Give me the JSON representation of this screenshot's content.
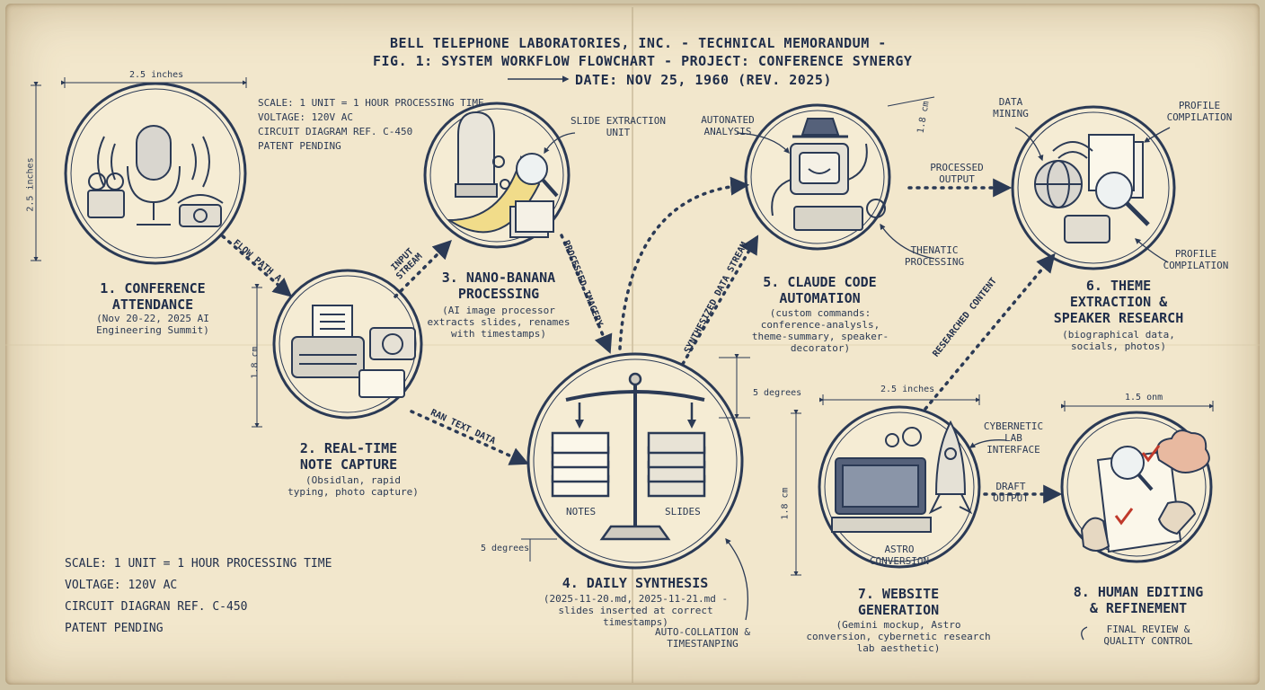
{
  "header": {
    "line1": "BELL TELEPHONE LABORATORIES, INC. - TECHNICAL MEMORANDUM -",
    "line2": "FIG. 1: SYSTEM WORKFLOW FLOWCHART - PROJECT: CONFERENCE SYNERGY",
    "line3": "DATE: NOV 25, 1960 (REV. 2025)"
  },
  "notes_top": [
    "SCALE: 1 UNIT = 1 HOUR PROCESSING TIME",
    "VOLTAGE: 120V AC",
    "CIRCUIT DIAGRAM REF. C-450",
    "PATENT PENDING"
  ],
  "notes_bottom": [
    "SCALE: 1 UNIT = 1 HOUR PROCESSING TIME",
    "VOLTAGE: 120V AC",
    "CIRCUIT DIAGRAN REF. C-450",
    "PATENT PENDING"
  ],
  "dims": {
    "d1_width": "2.5 inches",
    "d1_height": "2.5 inches",
    "d2_height": "1.8 cm",
    "d5_width": "1.8 cm",
    "deg1": "5 degrees",
    "deg2": "5 degrees",
    "d7_width": "2.5 inches",
    "d7_height": "1.8 cm",
    "d8_width": "1.5 onm"
  },
  "steps": [
    {
      "title": "1. CONFERENCE ATTENDANCE",
      "sub": "(Nov 20-22, 2025 AI Engineering Summit)"
    },
    {
      "title": "2. REAL-TIME NOTE CAPTURE",
      "sub": "(Obsidlan, rapid typing, photo capture)"
    },
    {
      "title": "3. NANO-BANANA PROCESSING",
      "sub": "(AI image processor extracts slides, renames with timestamps)"
    },
    {
      "title": "4. DAILY SYNTHESIS",
      "sub": "(2025-11-20.md, 2025-11-21.md - slides inserted at correct timestamps)"
    },
    {
      "title": "5. CLAUDE CODE AUTOMATION",
      "sub": "(custom commands: conference-analysls, theme-summary, speaker-decorator)"
    },
    {
      "title": "6. THEME EXTRACTION & SPEAKER RESEARCH",
      "sub": "(biographical data, socials, photos)"
    },
    {
      "title": "7. WEBSITE GENERATION",
      "sub": "(Gemini mockup, Astro conversion, cybernetic research lab aesthetic)"
    },
    {
      "title": "8. HUMAN EDITING & REFINEMENT",
      "sub": "FINAL REVIEW & QUALITY CONTROL"
    }
  ],
  "callouts": {
    "slide_extraction": "SLIDE EXTRACTION UNIT",
    "automated_analysis": "AUTONATED ANALYSIS",
    "thematic_processing": "THENATIC PROCESSING",
    "data_mining": "DATA MINING",
    "profile_compilation_1": "PROFILE COMPILATION",
    "profile_compilation_2": "PROFILE COMPILATION",
    "cybernetic_lab": "CYBERNETIC LAB INTERFACE",
    "astro_conversion": "ASTRO CONVERSION",
    "auto_collation": "AUTO-COLLATION & TIMESTANPING",
    "notes": "NOTES",
    "slides": "SLIDES"
  },
  "arrows": {
    "flow_path": "FLOW PATH A",
    "input_stream": "INPUT STREAM",
    "processed_imagery": "PROCESSED IMAGERY",
    "raw_text": "RAN TEXT DATA",
    "synth_stream": "SYNTHESIZED DATA STREAM",
    "processed_output": "PROCESSED OUTPUT",
    "researched": "RESEARCHED CONTENT",
    "draft_output": "DRAFT OUTPUT"
  },
  "colors": {
    "ink": "#2b3a55",
    "paper": "#f2e7cc",
    "accent_red": "#c0392b"
  }
}
